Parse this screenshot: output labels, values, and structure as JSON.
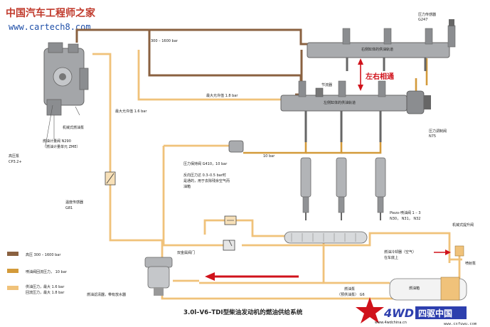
{
  "watermark": {
    "site_cn": "中国汽车工程师之家",
    "site_url": "www.cartech8.com"
  },
  "title": "3.0l–V6–TDI型柴油发动机的燃油供给系统",
  "note": "左右相通",
  "labels": {
    "pressure_sensor": "压力传感器",
    "pressure_sensor_code": "G247",
    "right_rail": "右侧缸体的供油轨道",
    "left_rail": "左侧缸体的供油轨道",
    "throttle": "节流器",
    "pressure_control_valve": "压力调制阀",
    "pressure_control_valve_code": "N75",
    "line_300_1600": "300 – 1600 bar",
    "max_allow_18": "最大允许值  1.8 bar",
    "max_allow_16": "最大允许值  1.6 bar",
    "pressure_hold_valve": "压力保持阀  G410，10 bar",
    "ten_bar": "10 bar",
    "return_note_1": "反向压力达  0.3–0.5 bar时",
    "return_note_2": "是通的，用于去除残余空气而",
    "return_note_3": "油箱",
    "mech_pump": "机械式燃油泵",
    "metering_unit": "燃油计量阀 N290",
    "metering_unit_sub": "（燃油计量单元 ZME）",
    "hp_pump": "高压泵",
    "hp_pump_code": "CP3.2+",
    "temp_sensor": "温度传感器",
    "temp_sensor_code": "G81",
    "bimetal_valve": "双金属阀门",
    "fuel_filter": "燃油滤清器，带有放水器",
    "piezo_1": "Piezo-喷油阀  1 – 3",
    "piezo_2": "N30， N31， N32",
    "cooler_1": "燃油冷却器（空气）",
    "cooler_2": "在车底上",
    "mech_lift_pump": "机械式提升阀",
    "jet_pump": "喷射泵",
    "tank": "燃油箱",
    "pre_pump_1": "燃油泵",
    "pre_pump_2": "（预供油泵） G6"
  },
  "legend": [
    {
      "label": "高压  300 – 1600 bar",
      "color": "#8a6140"
    },
    {
      "label": "喷油阀回流压力，  10 bar",
      "color": "#d39a3a"
    },
    {
      "label": "供油压力，最大 1.6 bar",
      "label2": "回流压力，最大 1.8 bar",
      "color": "#f0c27a"
    }
  ],
  "logo": {
    "brand": "4WD",
    "brand_cn": "四驱中国",
    "url": "www.4wdchina.cn",
    "bottom_url": "www.cxfuwu.com"
  },
  "colors": {
    "high_pressure": "#8a6140",
    "injector_return": "#d39a3a",
    "supply": "#f0c27a",
    "arrow_red": "#d0121b"
  }
}
